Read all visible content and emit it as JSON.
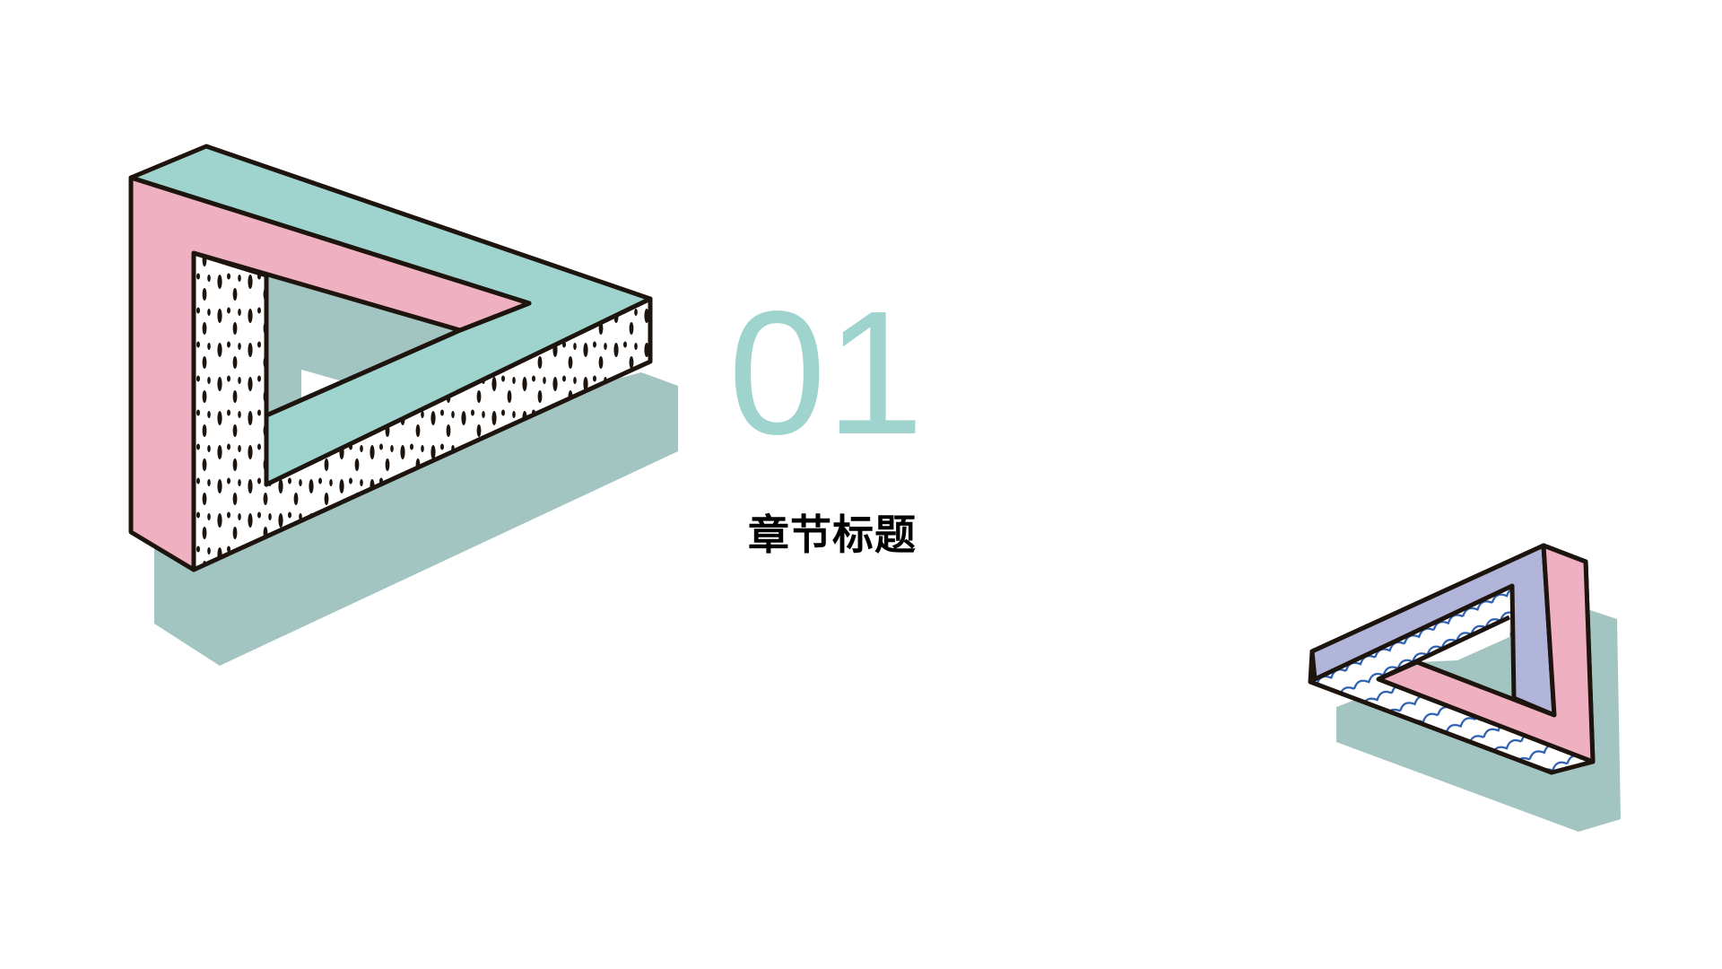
{
  "slide": {
    "chapter_number": "01",
    "chapter_title": "章节标题"
  },
  "colors": {
    "background": "#ffffff",
    "teal": "#9fd3cd",
    "pink": "#efb1c1",
    "lavender": "#b1b5da",
    "shadow": "#a3c5c2",
    "outline": "#1e140e",
    "wave": "#2a5db0",
    "title": "#000000"
  },
  "decorations": [
    {
      "name": "impossible-triangle-large",
      "position": "left"
    },
    {
      "name": "impossible-triangle-small",
      "position": "bottom-right"
    }
  ]
}
